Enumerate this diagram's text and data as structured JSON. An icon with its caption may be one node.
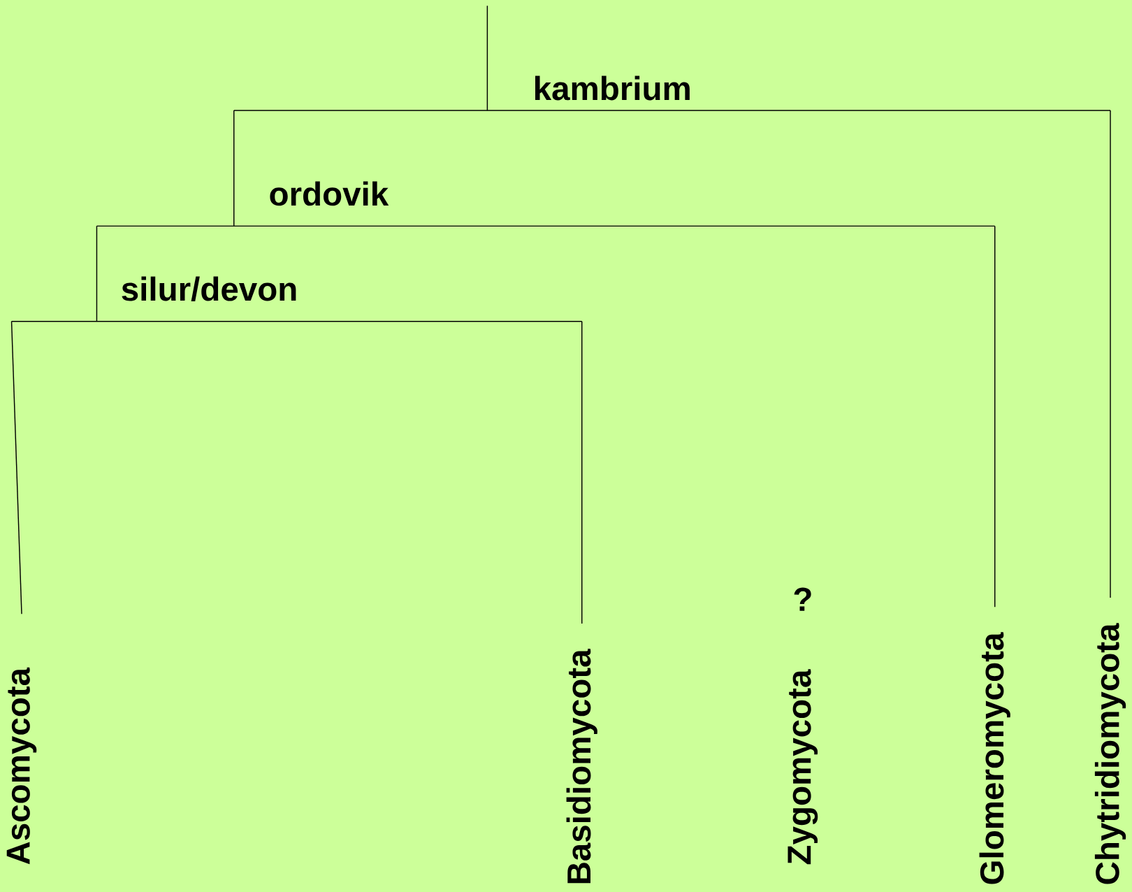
{
  "diagram": {
    "nodes": [
      {
        "text": [],
        "shape": "bar",
        "beside": [
          "kambrium"
        ]
      },
      {
        "text": [],
        "shape": "bar",
        "beside": [
          "ordovik"
        ]
      },
      {
        "text": [],
        "shape": "bar",
        "beside": [
          "silur/devon"
        ]
      },
      {
        "text": [
          "Ascomycota"
        ]
      },
      {
        "text": [
          "Basidiomycota"
        ]
      },
      {
        "text": [
          "Zygomycota"
        ],
        "beside": [
          "?"
        ]
      },
      {
        "text": [
          "Glomeromycota"
        ]
      },
      {
        "text": [
          "Chytridiomycota"
        ]
      }
    ],
    "edges": [
      {
        "from": null,
        "to": 0,
        "arrow": "none"
      },
      {
        "from": 0,
        "to": 1,
        "arrow": "none"
      },
      {
        "from": 0,
        "to": 7,
        "arrow": "none"
      },
      {
        "from": 1,
        "to": 2,
        "arrow": "none"
      },
      {
        "from": 1,
        "to": 6,
        "arrow": "none"
      },
      {
        "from": 2,
        "to": 3,
        "arrow": "none"
      },
      {
        "from": 2,
        "to": 4,
        "arrow": "none"
      }
    ]
  }
}
